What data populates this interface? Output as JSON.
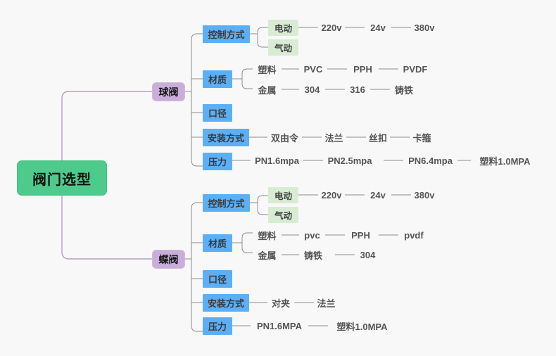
{
  "diagram": {
    "type": "mindmap",
    "title": "阀门选型",
    "background_color": "#f8f8f8",
    "colors": {
      "root": "#4ECB8C",
      "level2": "#C9AEDB",
      "level3": "#5CAFF5",
      "level4": "#D8EBD3",
      "leaf_text": "#555555",
      "connector": "#8c8c8c",
      "root_connector": "#b89cc9"
    },
    "root": {
      "label": "阀门选型"
    },
    "branches": [
      {
        "label": "球阀",
        "children": [
          {
            "label": "控制方式",
            "children": [
              {
                "label": "电动",
                "leaves": [
                  "220v",
                  "24v",
                  "380v"
                ]
              },
              {
                "label": "气动",
                "leaves": []
              }
            ]
          },
          {
            "label": "材质",
            "children": [
              {
                "label": "塑料",
                "leaves": [
                  "PVC",
                  "PPH",
                  "PVDF"
                ]
              },
              {
                "label": "金属",
                "leaves": [
                  "304",
                  "316",
                  "铸铁"
                ]
              }
            ]
          },
          {
            "label": "口径",
            "children": [],
            "leaves": []
          },
          {
            "label": "安装方式",
            "leaves": [
              "双由令",
              "法兰",
              "丝扣",
              "卡箍"
            ]
          },
          {
            "label": "压力",
            "leaves": [
              "PN1.6mpa",
              "PN2.5mpa",
              "PN6.4mpa",
              "塑料1.0MPA"
            ]
          }
        ]
      },
      {
        "label": "蝶阀",
        "children": [
          {
            "label": "控制方式",
            "children": [
              {
                "label": "电动",
                "leaves": [
                  "220v",
                  "24v",
                  "380v"
                ]
              },
              {
                "label": "气动",
                "leaves": []
              }
            ]
          },
          {
            "label": "材质",
            "children": [
              {
                "label": "塑料",
                "leaves": [
                  "pvc",
                  "PPH",
                  "pvdf"
                ]
              },
              {
                "label": "金属",
                "leaves": [
                  "铸铁",
                  "304"
                ]
              }
            ]
          },
          {
            "label": "口径",
            "children": [],
            "leaves": []
          },
          {
            "label": "安装方式",
            "leaves": [
              "对夹",
              "法兰"
            ]
          },
          {
            "label": "压力",
            "leaves": [
              "PN1.6MPA",
              "塑料1.0MPA"
            ]
          }
        ]
      }
    ]
  }
}
